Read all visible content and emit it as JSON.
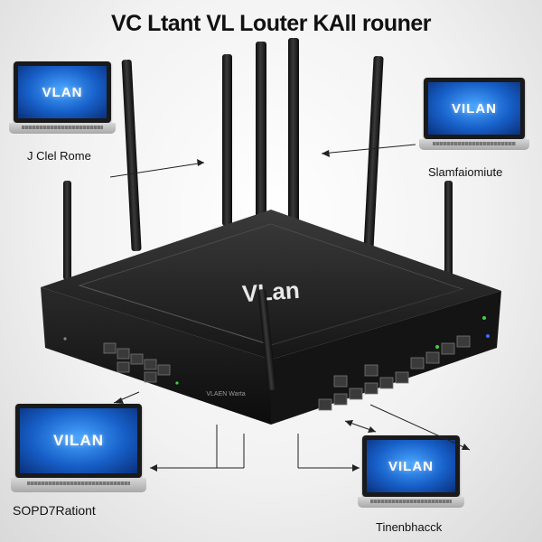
{
  "title": "VC Ltant  VL Louter KAll rouner",
  "router": {
    "brand": "VLan",
    "small_text": "VLAEN Warta"
  },
  "laptops": [
    {
      "screen_text": "VLAN",
      "label": "J Clel Rome"
    },
    {
      "screen_text": "VILAN",
      "label": "Slamfaiomiute"
    },
    {
      "screen_text": "VILAN",
      "label": "SOPD7Rationt"
    },
    {
      "screen_text": "VILAN",
      "label": "Tinenbhacck"
    }
  ],
  "colors": {
    "router_body": "#1e1e1e",
    "screen_blue": "#1760c9",
    "port_light": "#3fd13f"
  }
}
